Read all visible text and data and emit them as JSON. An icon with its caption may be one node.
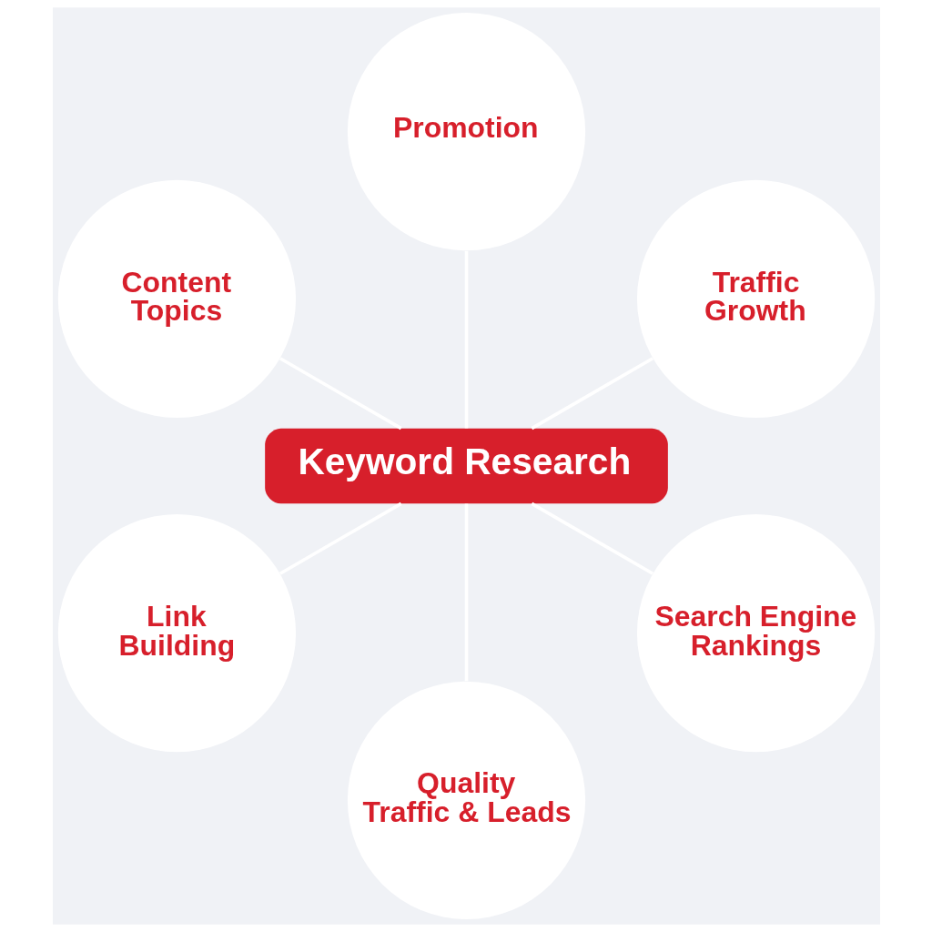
{
  "diagram": {
    "nodes": [
      {
        "text": [
          "Promotion"
        ]
      },
      {
        "text": [
          "Content Topics"
        ]
      },
      {
        "text": [
          "Traffic Growth"
        ]
      },
      {
        "text": [
          "Keyword Research"
        ]
      },
      {
        "text": [
          "Link Building"
        ]
      },
      {
        "text": [
          "Search Engine Rankings"
        ]
      },
      {
        "text": [
          "Quality Traffic & Leads"
        ]
      }
    ],
    "edges": [
      {
        "from": 3,
        "to": 0,
        "arrow": "none"
      },
      {
        "from": 3,
        "to": 2,
        "arrow": "none"
      },
      {
        "from": 3,
        "to": 5,
        "arrow": "none"
      },
      {
        "from": 3,
        "to": 6,
        "arrow": "none"
      },
      {
        "from": 3,
        "to": 4,
        "arrow": "none"
      },
      {
        "from": 3,
        "to": 1,
        "arrow": "none"
      }
    ]
  }
}
